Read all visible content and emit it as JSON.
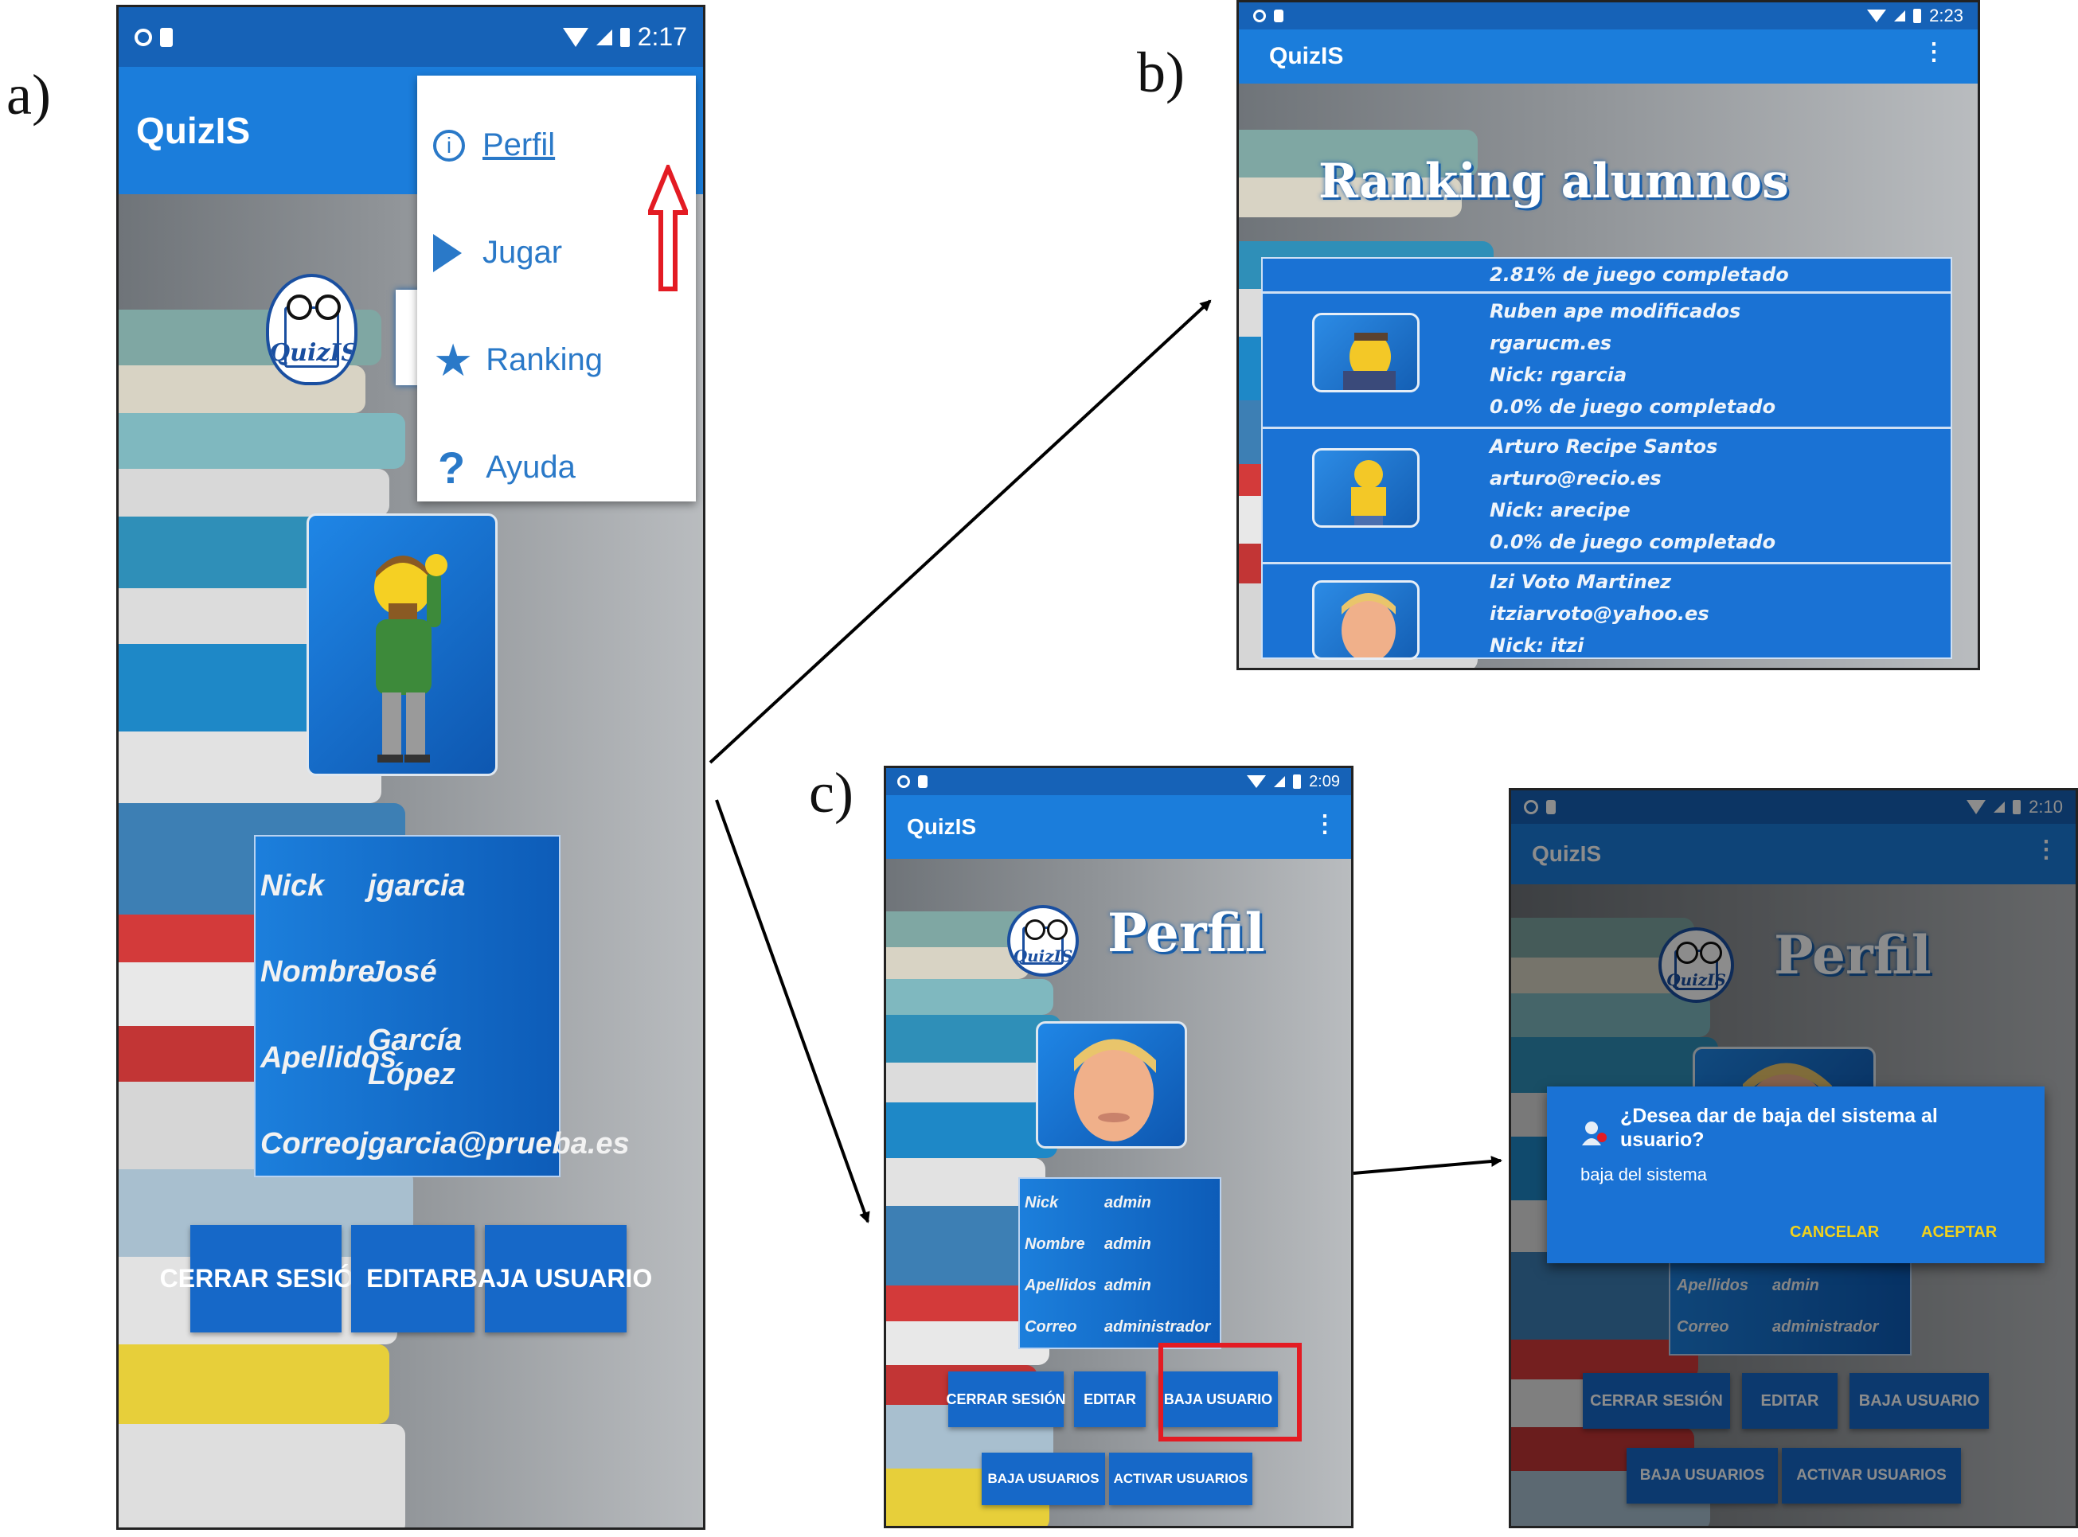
{
  "labels": {
    "a": "a)",
    "b": "b)",
    "c": "c)"
  },
  "colors": {
    "primary": "#1b7ddb",
    "status_bar": "#1662b7",
    "button": "#1668c8",
    "highlight": "#e31b23",
    "dialog_action": "#f2d21b"
  },
  "screen_a": {
    "status_time": "2:17",
    "app_title": "QuizIS",
    "menu": [
      {
        "icon": "info-icon",
        "label": "Perfil"
      },
      {
        "icon": "play-icon",
        "label": "Jugar"
      },
      {
        "icon": "star-icon",
        "label": "Ranking"
      },
      {
        "icon": "help-icon",
        "label": "Ayuda"
      }
    ],
    "profile_fields": [
      {
        "key": "Nick",
        "value": "jgarcia"
      },
      {
        "key": "Nombre",
        "value": "José"
      },
      {
        "key": "Apellidos",
        "value": "García López"
      },
      {
        "key": "Correo",
        "value": "jgarcia@prueba.es"
      }
    ],
    "buttons": {
      "logout": "CERRAR SESIÓN",
      "edit": "EDITAR",
      "delete_user": "BAJA USUARIO"
    }
  },
  "screen_b": {
    "status_time": "2:23",
    "app_title": "QuizIS",
    "heading": "Ranking alumnos",
    "top_partial": "2.81% de juego completado",
    "students": [
      {
        "name": "Ruben ape modificados",
        "email": "rgarucm.es",
        "nick": "Nick: rgarcia",
        "progress": "0.0% de juego completado"
      },
      {
        "name": "Arturo Recipe Santos",
        "email": "arturo@recio.es",
        "nick": "Nick: arecipe",
        "progress": "0.0% de juego completado"
      },
      {
        "name": "Izi Voto Martinez",
        "email": "itziarvoto@yahoo.es",
        "nick": "Nick: itzi"
      }
    ]
  },
  "screen_c": {
    "status_time": "2:09",
    "app_title": "QuizIS",
    "heading": "Perfil",
    "logo_text": "QuizIS",
    "profile_fields": [
      {
        "key": "Nick",
        "value": "admin"
      },
      {
        "key": "Nombre",
        "value": "admin"
      },
      {
        "key": "Apellidos",
        "value": "admin"
      },
      {
        "key": "Correo",
        "value": "administrador"
      }
    ],
    "buttons": {
      "logout": "CERRAR SESIÓN",
      "edit": "EDITAR",
      "delete_user": "BAJA USUARIO",
      "delete_users": "BAJA USUARIOS",
      "activate_users": "ACTIVAR USUARIOS"
    }
  },
  "screen_d": {
    "status_time": "2:10",
    "app_title": "QuizIS",
    "heading": "Perfil",
    "logo_text": "QuizIS",
    "profile_fields": [
      {
        "key": "Apellidos",
        "value": "admin"
      },
      {
        "key": "Correo",
        "value": "administrador"
      }
    ],
    "dialog": {
      "title": "¿Desea dar de baja del sistema al usuario?",
      "message": "baja del sistema",
      "cancel": "CANCELAR",
      "accept": "ACEPTAR"
    },
    "buttons": {
      "logout": "CERRAR SESIÓN",
      "edit": "EDITAR",
      "delete_user": "BAJA USUARIO",
      "delete_users": "BAJA USUARIOS",
      "activate_users": "ACTIVAR USUARIOS"
    }
  }
}
